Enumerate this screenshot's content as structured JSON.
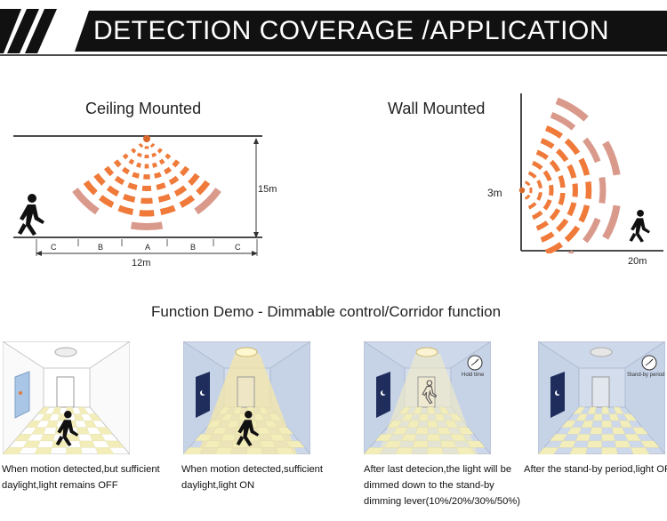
{
  "header": {
    "title": "DETECTION COVERAGE /APPLICATION"
  },
  "ceiling": {
    "title": "Ceiling Mounted",
    "height_label": "15m",
    "width_label": "12m",
    "zones": [
      "C",
      "B",
      "A",
      "B",
      "C"
    ]
  },
  "wall": {
    "title": "Wall Mounted",
    "height_label": "3m",
    "width_label": "20m"
  },
  "demo": {
    "title": "Function Demo - Dimmable control/Corridor function",
    "panels": [
      {
        "caption_lines": [
          "When motion detected,but sufficient",
          "daylight,light remains OFF"
        ]
      },
      {
        "caption_lines": [
          "When motion detected,sufficient",
          "daylight,light ON"
        ]
      },
      {
        "caption_lines": [
          "After last detecion,the light will be",
          "dimmed down to the stand-by",
          "dimming lever(10%/20%/30%/50%)"
        ],
        "badge": "Hold time"
      },
      {
        "caption_lines": [
          "After the stand-by period,light OFF"
        ],
        "badge": "Stand-by period"
      }
    ]
  },
  "colors": {
    "banner_bg": "#111111",
    "arc_inner": "#ef7a3a",
    "arc_outer": "#d99a8c",
    "light_glow": "#f4e6a6",
    "wall_blue": "#c9d6ea",
    "tile_cream": "#f3eeb9"
  }
}
